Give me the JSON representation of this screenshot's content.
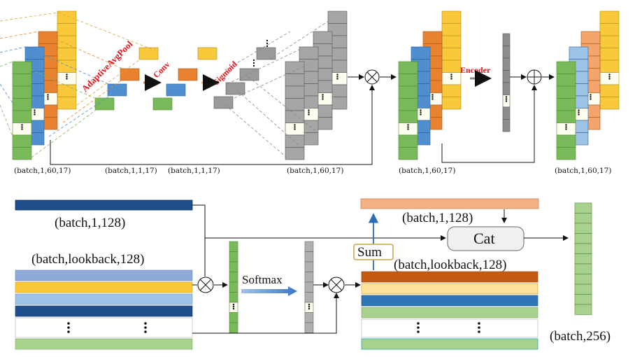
{
  "top_row": {
    "labels": {
      "in": "(batch,1,60,17)",
      "pool_out": "(batch,1,1,17)",
      "conv_out": "(batch,1,1,17)",
      "sig_out": "(batch,1,60,17)",
      "mul_out": "(batch,1,60,17)",
      "final_out": "(batch,1,60,17)"
    },
    "ops": {
      "pool": "AdaptiveAvgPool",
      "conv": "Conv",
      "sigmoid": "Sigmoid",
      "encoder": "Encoder"
    },
    "symbols": {
      "multiply": "⊗",
      "add": "⊕"
    }
  },
  "bottom_row": {
    "labels": {
      "query": "(batch,1,128)",
      "keys": "(batch,lookback,128)",
      "weighted": "(batch,lookback,128)",
      "summed": "(batch,1,128)",
      "output": "(batch,256)"
    },
    "ops": {
      "softmax": "Softmax",
      "sum": "Sum",
      "cat": "Cat"
    }
  },
  "colors": {
    "green": "#79b95a",
    "blue": "#4f8fd0",
    "orange": "#e9822f",
    "yellow": "#f9c93c",
    "gray": "#9e9e9e",
    "dark_blue": "#1f4e8c",
    "light_blue": "#9dc3e6",
    "peach": "#f4b183",
    "light_green": "#a9d18e",
    "red_text": "#e8141a"
  }
}
